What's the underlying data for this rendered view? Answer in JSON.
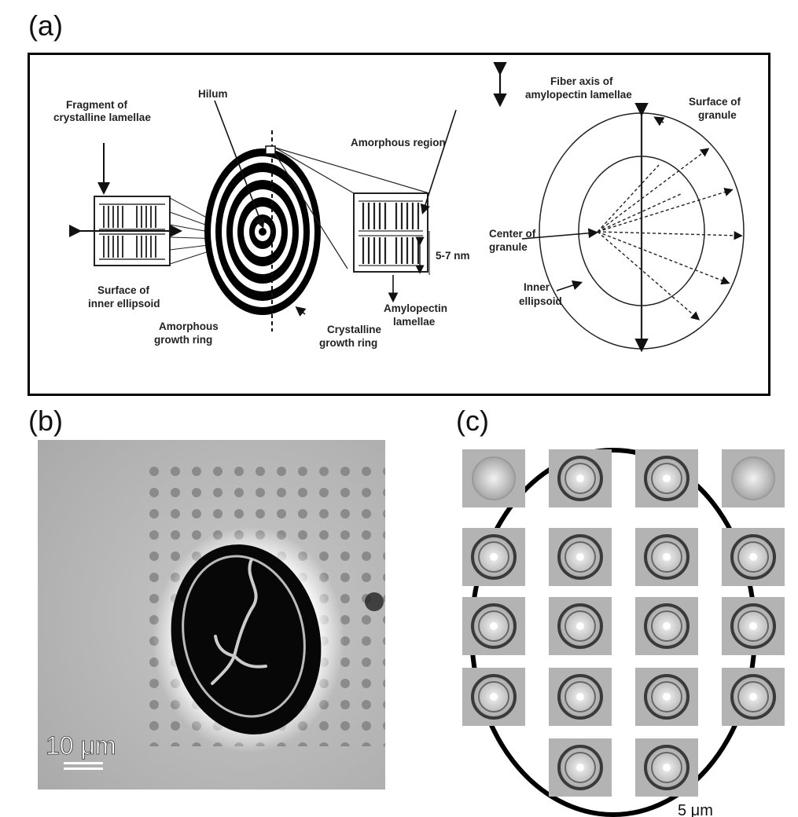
{
  "panels": {
    "a": {
      "label": "(a)",
      "texts": {
        "fragment": [
          "Fragment of",
          "crystalline lamellae"
        ],
        "hilum": "Hilum",
        "amorphous_region": "Amorphous region",
        "fiber_axis": [
          "Fiber axis of",
          "amylopectin lamellae"
        ],
        "surface_granule": [
          "Surface of",
          "granule"
        ],
        "center_granule": [
          "Center of",
          "granule"
        ],
        "inner_ellipsoid": [
          "Inner",
          "ellipsoid"
        ],
        "surface_inner": [
          "Surface of",
          "inner ellipsoid"
        ],
        "amorphous_ring": [
          "Amorphous",
          "growth ring"
        ],
        "crystalline_ring": [
          "Crystalline",
          "growth ring"
        ],
        "amylopectin": [
          "Amylopectin",
          "lamellae"
        ],
        "size": "5-7 nm"
      }
    },
    "b": {
      "label": "(b)",
      "scale_text": "10 μm"
    },
    "c": {
      "label": "(c)",
      "scale_text": "5 μm"
    }
  }
}
